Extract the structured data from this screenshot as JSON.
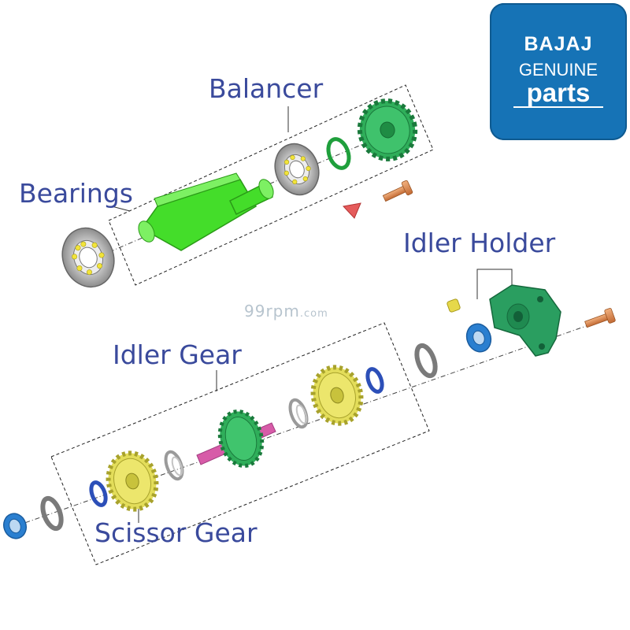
{
  "labels": {
    "balancer": "Balancer",
    "bearings": "Bearings",
    "idler_holder": "Idler Holder",
    "idler_gear": "Idler Gear",
    "scissor_gear": "Scissor Gear"
  },
  "watermark": {
    "main": "99rpm",
    "tld": ".com"
  },
  "logo": {
    "brand": "BAJAJ",
    "line1": "GENUINE",
    "line2": "parts"
  },
  "colors": {
    "label_text": "#3a4a9c",
    "balancer_green": "#44dd2a",
    "gear_green": "#2fae5a",
    "gear_yellow": "#e3dd5a",
    "bearing_blue": "#2a7fd0",
    "spacer_blue": "#2c4fb8",
    "pin_pink": "#d75ba8",
    "bolt_copper": "#d9834c",
    "logo_bg": "#1673b6"
  }
}
